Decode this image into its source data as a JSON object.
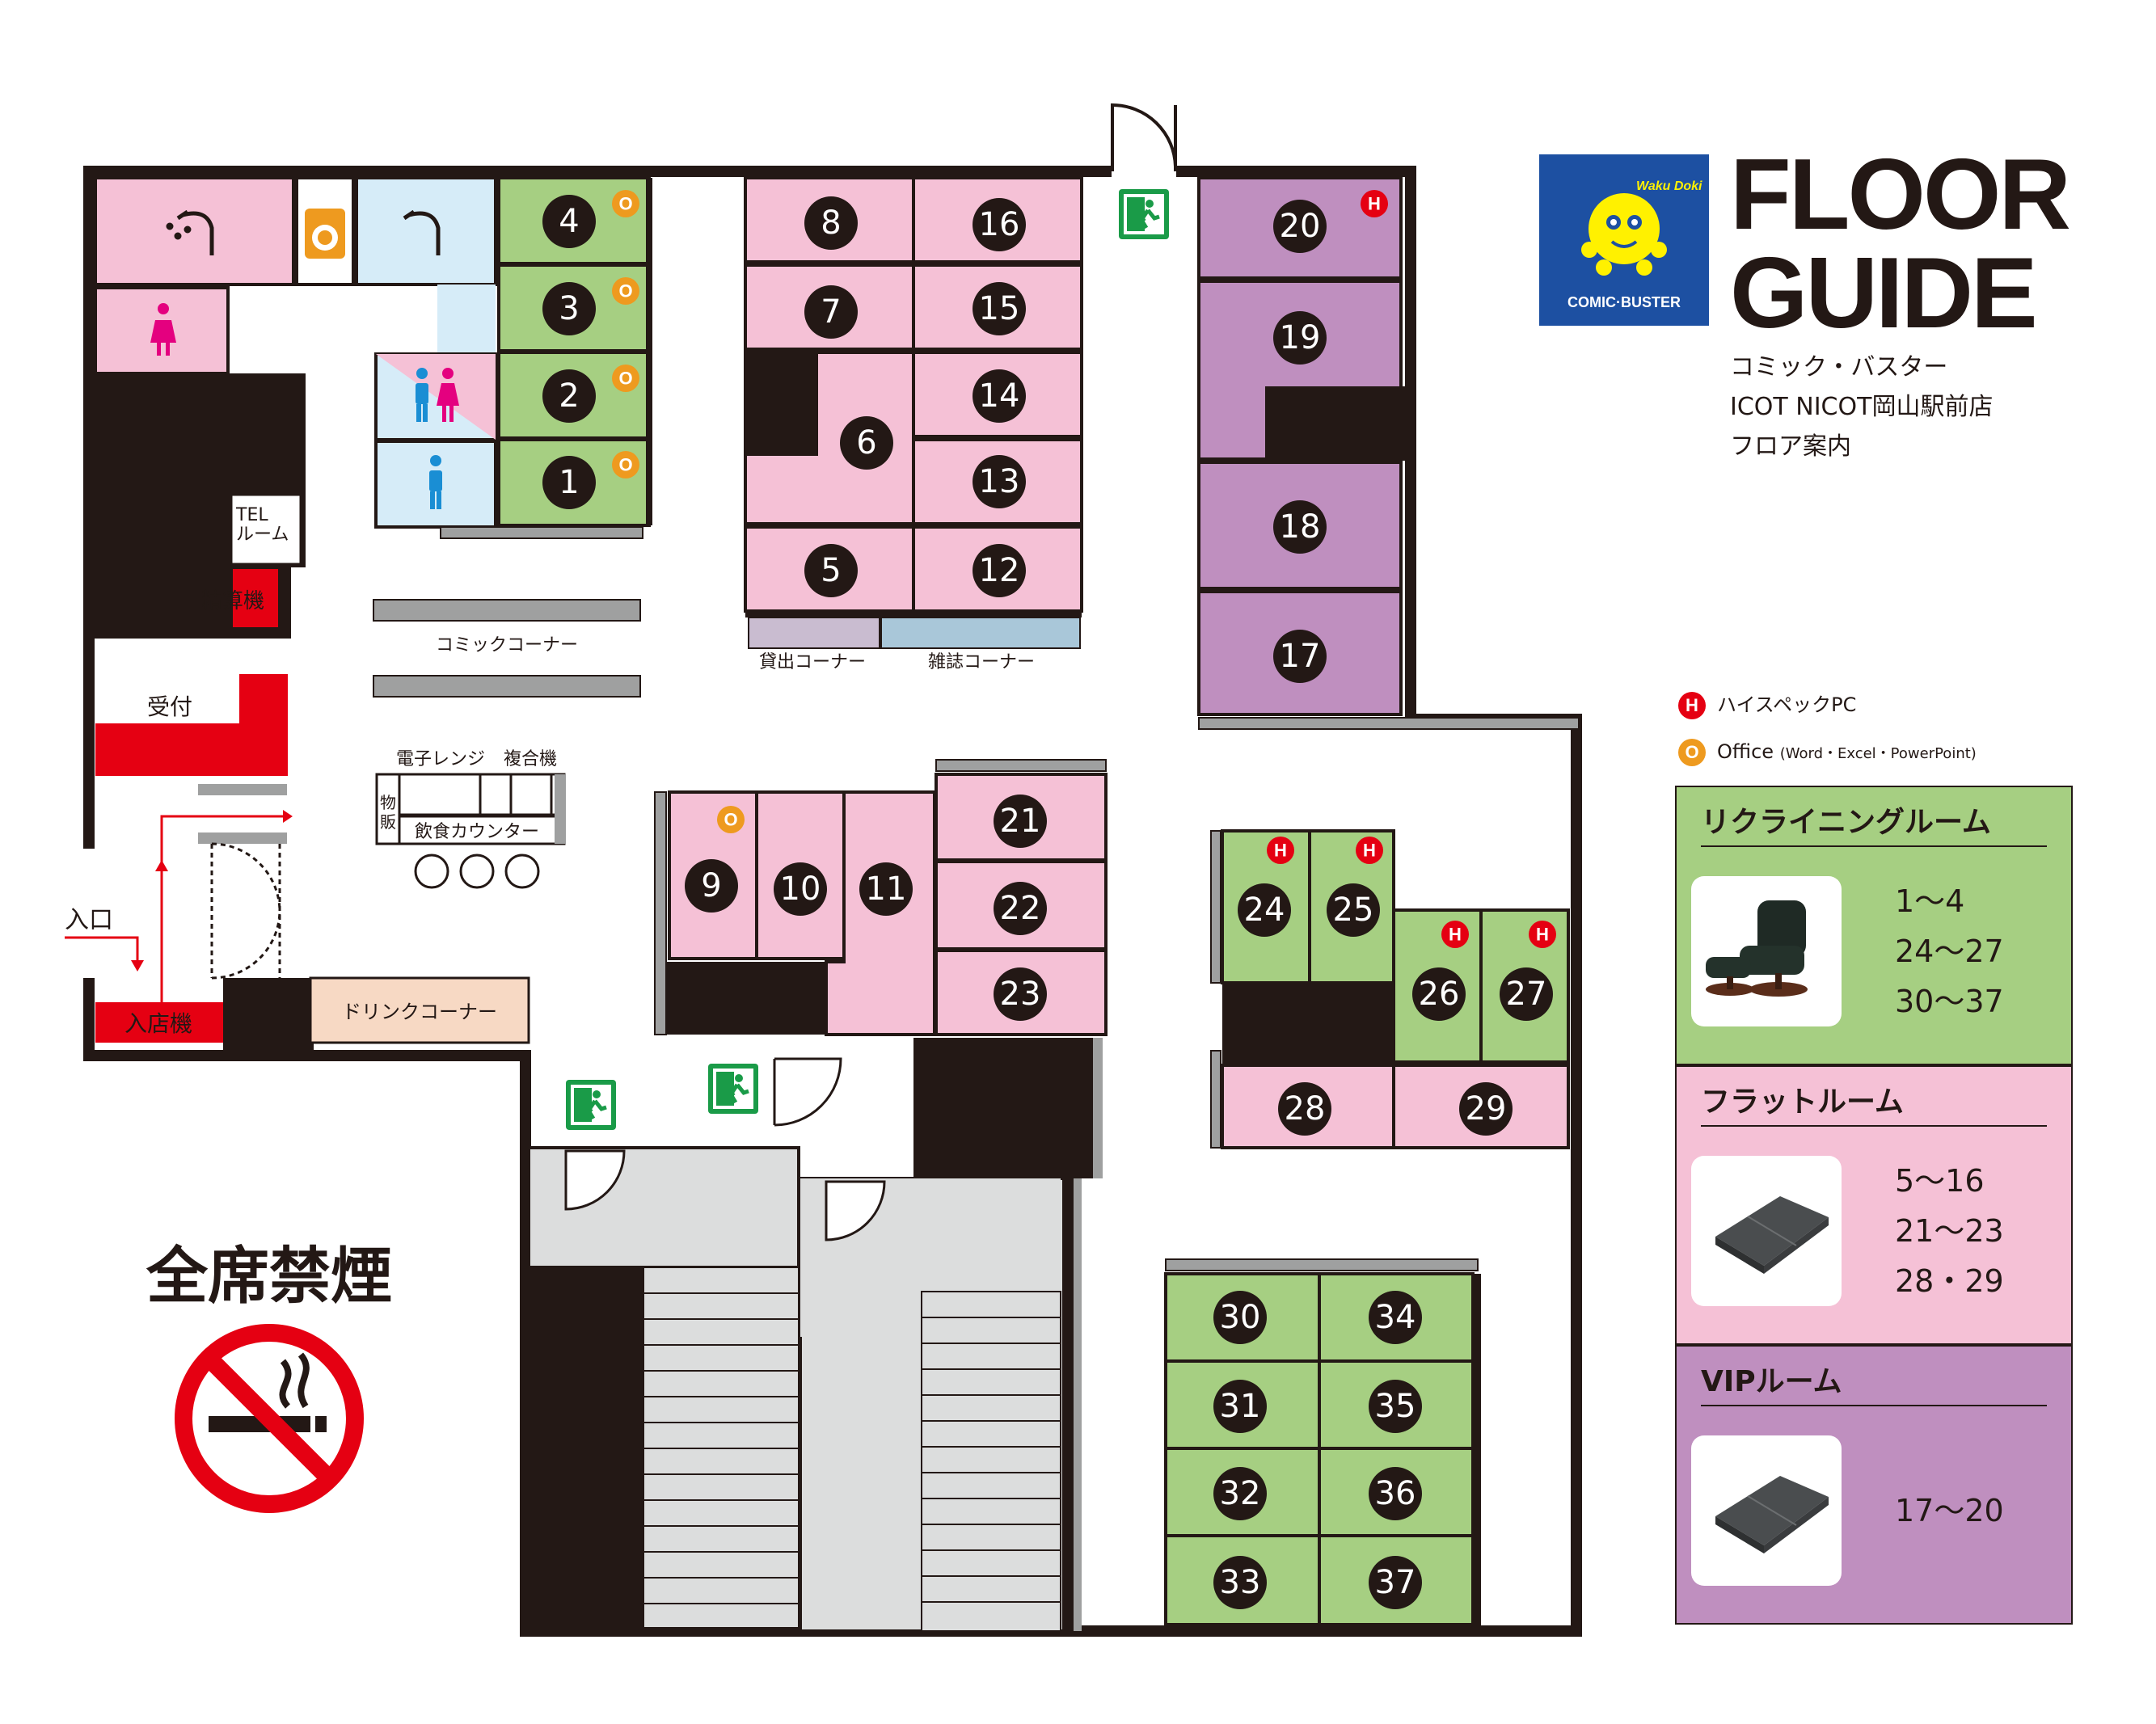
{
  "header": {
    "title_line1": "FLOOR",
    "title_line2": "GUIDE",
    "subtitle_lines": [
      "コミック・バスター",
      "ICOT NICOT岡山駅前店",
      "フロア案内"
    ],
    "logo_text": "COMIC·BUSTER",
    "logo_script": "Waku Doki"
  },
  "colors": {
    "recline": "#a6cf82",
    "flat": "#f5c1d6",
    "vip": "#bf8fbf",
    "water": "#d6ecf8",
    "drink": "#f7d9c4",
    "red": "#e50012",
    "office": "#ee9a1f",
    "wall": "#231815",
    "stair": "#dcdddd"
  },
  "labels": {
    "comic_corner": "コミックコーナー",
    "rental_corner": "貸出コーナー",
    "magazine_corner": "雑誌コーナー",
    "tel_room_1": "TEL",
    "tel_room_2": "ルーム",
    "seisanki": "精算機",
    "uketsuke": "受付",
    "iriguchi": "入口",
    "nyutenki": "入店機",
    "denshi_renji": "電子レンジ",
    "fukugouki": "複合機",
    "buppan_1": "物",
    "buppan_2": "販",
    "food_counter": "飲食カウンター",
    "drink_corner": "ドリンクコーナー",
    "no_smoking": "全席禁煙"
  },
  "badges": {
    "highspec": "H",
    "office": "O"
  },
  "legend": {
    "highspec_label": "ハイスペックPC",
    "office_label": "Office",
    "office_detail": "(Word・Excel・PowerPoint)"
  },
  "room_types": [
    {
      "name": "リクライニングルーム",
      "ranges": [
        "1～4",
        "24～27",
        "30～37"
      ],
      "photo": "recliner-chair-icon"
    },
    {
      "name": "フラットルーム",
      "ranges": [
        "5～16",
        "21～23",
        "28・29"
      ],
      "photo": "flat-mat-icon"
    },
    {
      "name": "VIPルーム",
      "ranges": [
        "17～20"
      ],
      "photo": "flat-mat-icon"
    }
  ],
  "seats": [
    {
      "n": "1",
      "type": "recline",
      "badge": "office"
    },
    {
      "n": "2",
      "type": "recline",
      "badge": "office"
    },
    {
      "n": "3",
      "type": "recline",
      "badge": "office"
    },
    {
      "n": "4",
      "type": "recline",
      "badge": "office"
    },
    {
      "n": "5",
      "type": "flat"
    },
    {
      "n": "6",
      "type": "flat"
    },
    {
      "n": "7",
      "type": "flat"
    },
    {
      "n": "8",
      "type": "flat"
    },
    {
      "n": "9",
      "type": "flat",
      "badge": "office"
    },
    {
      "n": "10",
      "type": "flat"
    },
    {
      "n": "11",
      "type": "flat"
    },
    {
      "n": "12",
      "type": "flat"
    },
    {
      "n": "13",
      "type": "flat"
    },
    {
      "n": "14",
      "type": "flat"
    },
    {
      "n": "15",
      "type": "flat"
    },
    {
      "n": "16",
      "type": "flat"
    },
    {
      "n": "17",
      "type": "vip"
    },
    {
      "n": "18",
      "type": "vip"
    },
    {
      "n": "19",
      "type": "vip"
    },
    {
      "n": "20",
      "type": "vip",
      "badge": "highspec"
    },
    {
      "n": "21",
      "type": "flat"
    },
    {
      "n": "22",
      "type": "flat"
    },
    {
      "n": "23",
      "type": "flat"
    },
    {
      "n": "24",
      "type": "recline",
      "badge": "highspec"
    },
    {
      "n": "25",
      "type": "recline",
      "badge": "highspec"
    },
    {
      "n": "26",
      "type": "recline",
      "badge": "highspec"
    },
    {
      "n": "27",
      "type": "recline",
      "badge": "highspec"
    },
    {
      "n": "28",
      "type": "flat"
    },
    {
      "n": "29",
      "type": "flat"
    },
    {
      "n": "30",
      "type": "recline"
    },
    {
      "n": "31",
      "type": "recline"
    },
    {
      "n": "32",
      "type": "recline"
    },
    {
      "n": "33",
      "type": "recline"
    },
    {
      "n": "34",
      "type": "recline"
    },
    {
      "n": "35",
      "type": "recline"
    },
    {
      "n": "36",
      "type": "recline"
    },
    {
      "n": "37",
      "type": "recline"
    }
  ],
  "icons": [
    "shower-icon",
    "washing-machine-icon",
    "womens-restroom-icon",
    "unisex-restroom-icon",
    "mens-restroom-icon",
    "emergency-exit-icon",
    "no-smoking-icon",
    "door-icon",
    "stairs"
  ]
}
